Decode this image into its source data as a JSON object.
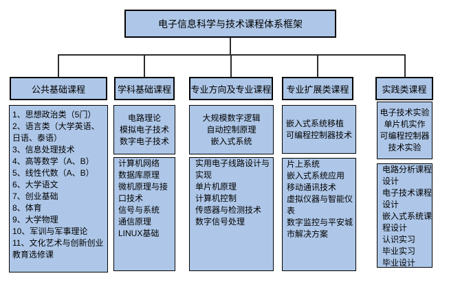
{
  "diagram_title": "电子信息科学与技术课程体系框架",
  "colors": {
    "box_fill": "#aec7e8",
    "box_border": "#000000",
    "connector": "#2b2b2b",
    "background": "#ffffff"
  },
  "columns": [
    {
      "category": "公共基础课程",
      "boxes": [
        {
          "items": [
            "1、思想政治类（5门）",
            "2、语言类（大学英语、日语、泰语）",
            "3、信息处理技术",
            "4、高等数学（A、B）",
            "5、线性代数（A、B）",
            "6、大学语文",
            "7、创业基础",
            "8、体育",
            "9、大学物理",
            "10、军训与军事理论",
            "11、文化艺术与创新创业教育选修课"
          ]
        }
      ]
    },
    {
      "category": "学科基础课程",
      "boxes": [
        {
          "items": [
            "电路理论",
            "模拟电子技术",
            "数字电子技术"
          ]
        },
        {
          "items": [
            "计算机网络",
            "数据库原理",
            "微机原理与接口技术",
            "信号与系统",
            "通信原理",
            "LINUX基础"
          ]
        }
      ]
    },
    {
      "category": "专业方向及专业课程",
      "boxes": [
        {
          "items": [
            "大规模数字逻辑",
            "自动控制原理",
            "嵌入式系统"
          ]
        },
        {
          "items": [
            "实用电子线路设计与实现",
            "单片机原理",
            "计算机控制",
            "传感器与检测技术",
            "数字信号处理"
          ]
        }
      ]
    },
    {
      "category": "专业扩展类课程",
      "boxes": [
        {
          "items": [
            "嵌入式系统移植",
            "可编程控制器技术"
          ]
        },
        {
          "items": [
            "片上系统",
            "嵌入式系统应用",
            "移动通讯技术",
            "虚拟仪器与智能仪表",
            "数字监控与平安城市解决方案"
          ]
        }
      ]
    },
    {
      "category": "实践类课程",
      "boxes": [
        {
          "items": [
            "电子技术实验",
            "单片机实作",
            "可编程控制器技术实验"
          ]
        },
        {
          "items": [
            "电路分析课程设计",
            "电子技术课程设计",
            "嵌入式系统课程设计",
            "认识实习",
            "毕业实习",
            "毕业设计"
          ]
        }
      ]
    }
  ]
}
